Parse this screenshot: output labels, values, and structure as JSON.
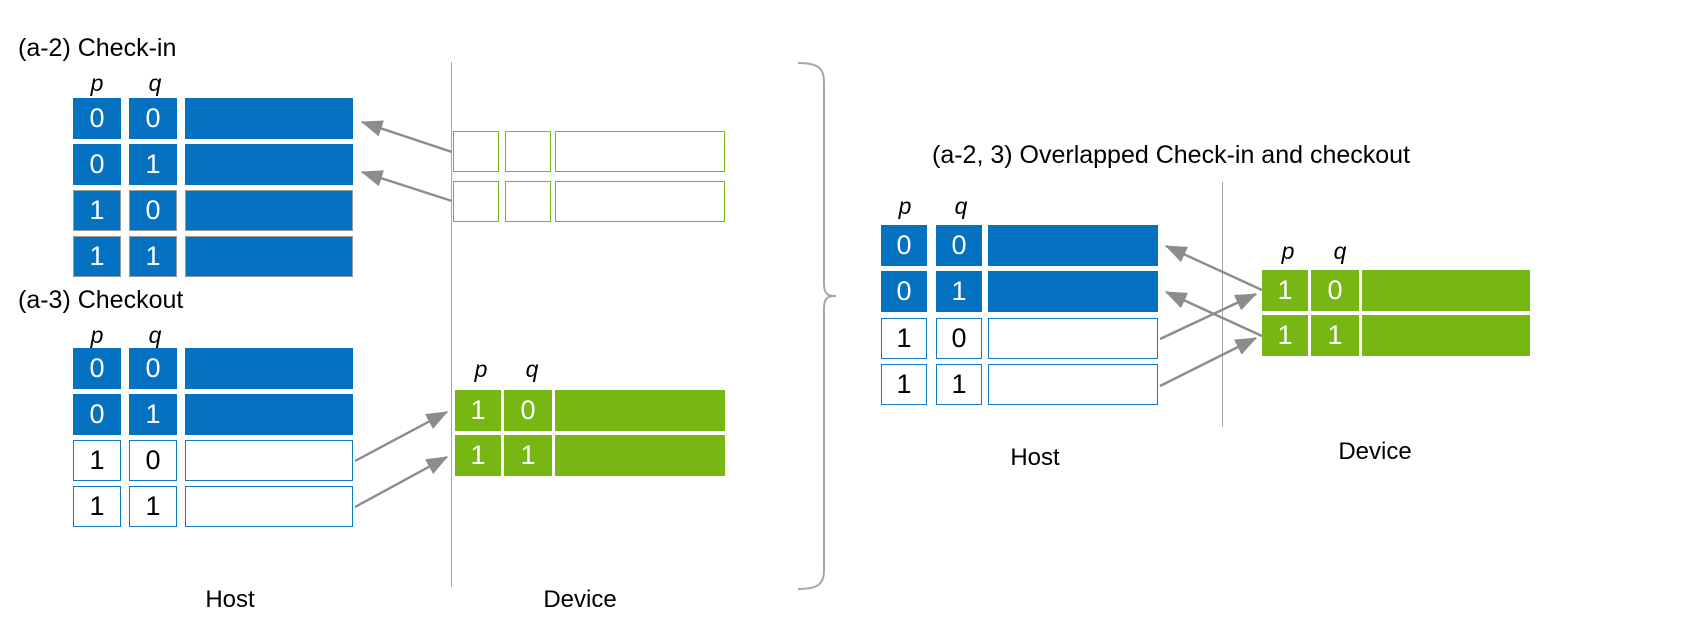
{
  "figure": {
    "columns": {
      "p": "p",
      "q": "q"
    },
    "side_labels": {
      "host": "Host",
      "device": "Device"
    }
  },
  "panels": [
    {
      "id": "a2",
      "title": "(a-2) Check-in",
      "host_table": {
        "headers": [
          "p",
          "q"
        ],
        "rows": [
          {
            "p": "0",
            "q": "0",
            "style": "blue-fill"
          },
          {
            "p": "0",
            "q": "1",
            "style": "blue-fill"
          },
          {
            "p": "1",
            "q": "0",
            "style": "blue-fill-gray"
          },
          {
            "p": "1",
            "q": "1",
            "style": "blue-fill-gray"
          }
        ]
      },
      "device_table": {
        "headers": [],
        "rows": [
          {
            "p": "",
            "q": "",
            "style": "green-outline"
          },
          {
            "p": "",
            "q": "",
            "style": "green-outline"
          }
        ]
      },
      "arrow_direction": "device-to-host"
    },
    {
      "id": "a3",
      "title": "(a-3) Checkout",
      "host_table": {
        "headers": [
          "p",
          "q"
        ],
        "rows": [
          {
            "p": "0",
            "q": "0",
            "style": "blue-fill"
          },
          {
            "p": "0",
            "q": "1",
            "style": "blue-fill"
          },
          {
            "p": "1",
            "q": "0",
            "style": "blue-outline"
          },
          {
            "p": "1",
            "q": "1",
            "style": "blue-outline"
          }
        ]
      },
      "device_table": {
        "headers": [
          "p",
          "q"
        ],
        "rows": [
          {
            "p": "1",
            "q": "0",
            "style": "green-fill"
          },
          {
            "p": "1",
            "q": "1",
            "style": "green-fill"
          }
        ]
      },
      "arrow_direction": "host-to-device"
    },
    {
      "id": "a23",
      "title": "(a-2, 3) Overlapped Check-in and checkout",
      "host_table": {
        "headers": [
          "p",
          "q"
        ],
        "rows": [
          {
            "p": "0",
            "q": "0",
            "style": "blue-fill"
          },
          {
            "p": "0",
            "q": "1",
            "style": "blue-fill"
          },
          {
            "p": "1",
            "q": "0",
            "style": "blue-outline"
          },
          {
            "p": "1",
            "q": "1",
            "style": "blue-outline"
          }
        ]
      },
      "device_table": {
        "headers": [
          "p",
          "q"
        ],
        "rows": [
          {
            "p": "1",
            "q": "0",
            "style": "green-fill"
          },
          {
            "p": "1",
            "q": "1",
            "style": "green-fill"
          }
        ]
      },
      "arrow_direction": "bidirectional-crossing"
    }
  ],
  "colors": {
    "host_blue": "#0571c1",
    "device_green": "#76b713",
    "arrow_gray": "#8c8c8c",
    "divider_gray": "#a6a6a6",
    "outline_gray": "#9a9a9a"
  }
}
